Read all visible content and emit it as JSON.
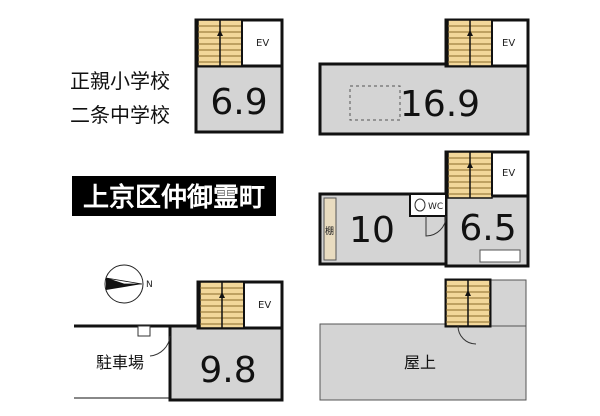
{
  "schools": [
    "正親小学校",
    "二条中学校"
  ],
  "location_banner": "上京区仲御霊町",
  "compass_label": "N",
  "floors": {
    "third_left": {
      "area": "6.9",
      "ev": "EV"
    },
    "third_right": {
      "area": "16.9",
      "ev": "EV"
    },
    "second_left": {
      "area": "10",
      "shelf": "棚",
      "wc": "WC"
    },
    "second_right": {
      "area": "6.5",
      "ev": "EV"
    },
    "first": {
      "area": "9.8",
      "ev": "EV",
      "parking": "駐車場"
    },
    "roof": {
      "label": "屋上"
    }
  }
}
